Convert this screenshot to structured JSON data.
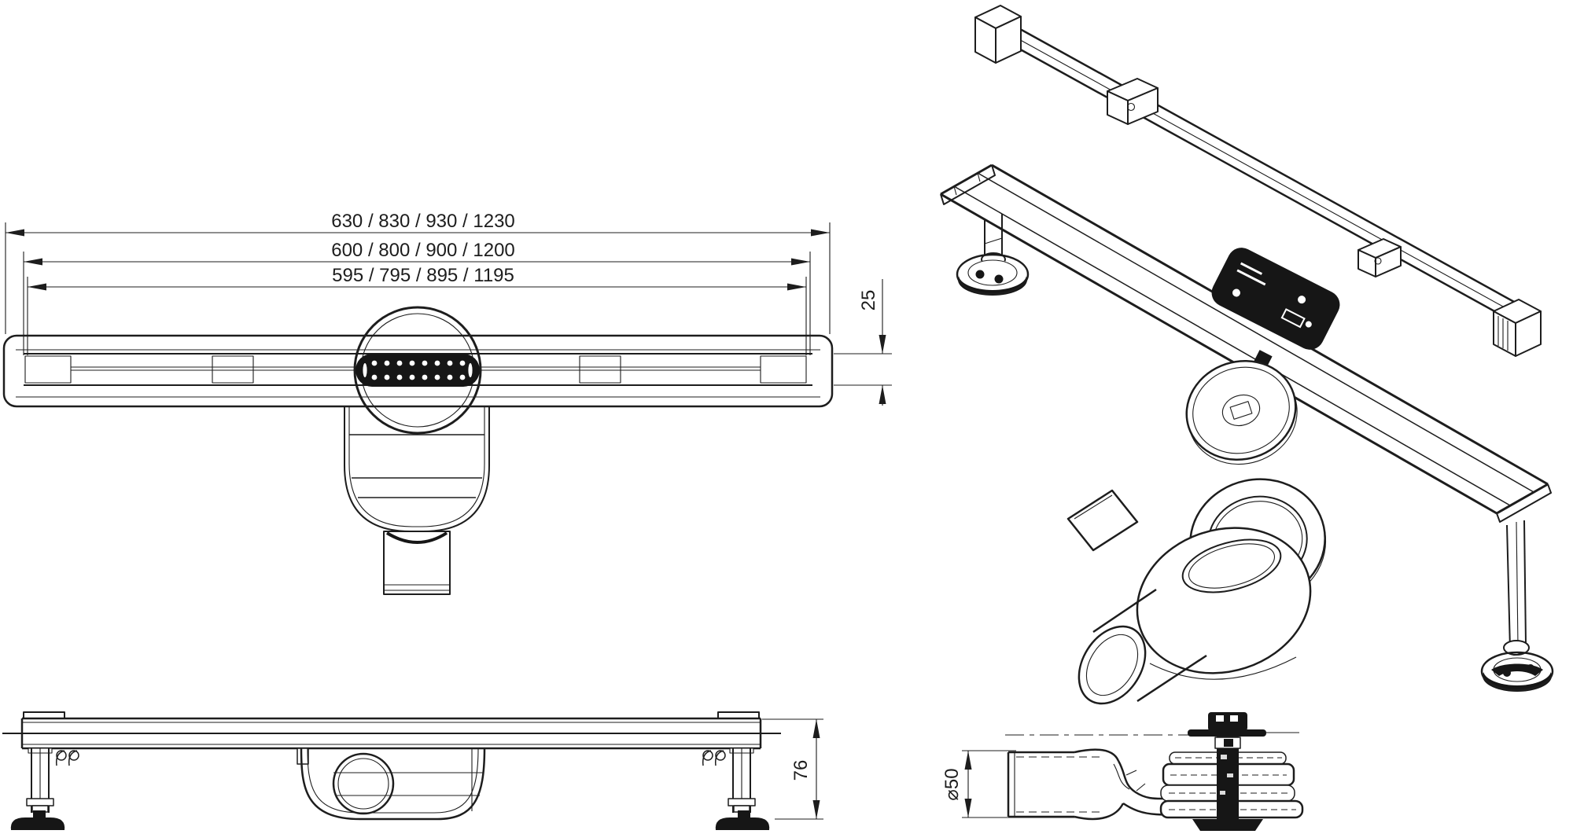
{
  "drawing": {
    "background": "#ffffff",
    "stroke_color": "#1d1d1d",
    "top_view": {
      "length_overall": "630 / 830 / 930 / 1230",
      "length_body": "600 / 800 / 900 / 1200",
      "length_grate": "595 / 795 / 895 / 1195",
      "profile_height": "25"
    },
    "side_view": {
      "installation_height": "76"
    },
    "section_view": {
      "outlet_diameter": "⌀50"
    }
  }
}
